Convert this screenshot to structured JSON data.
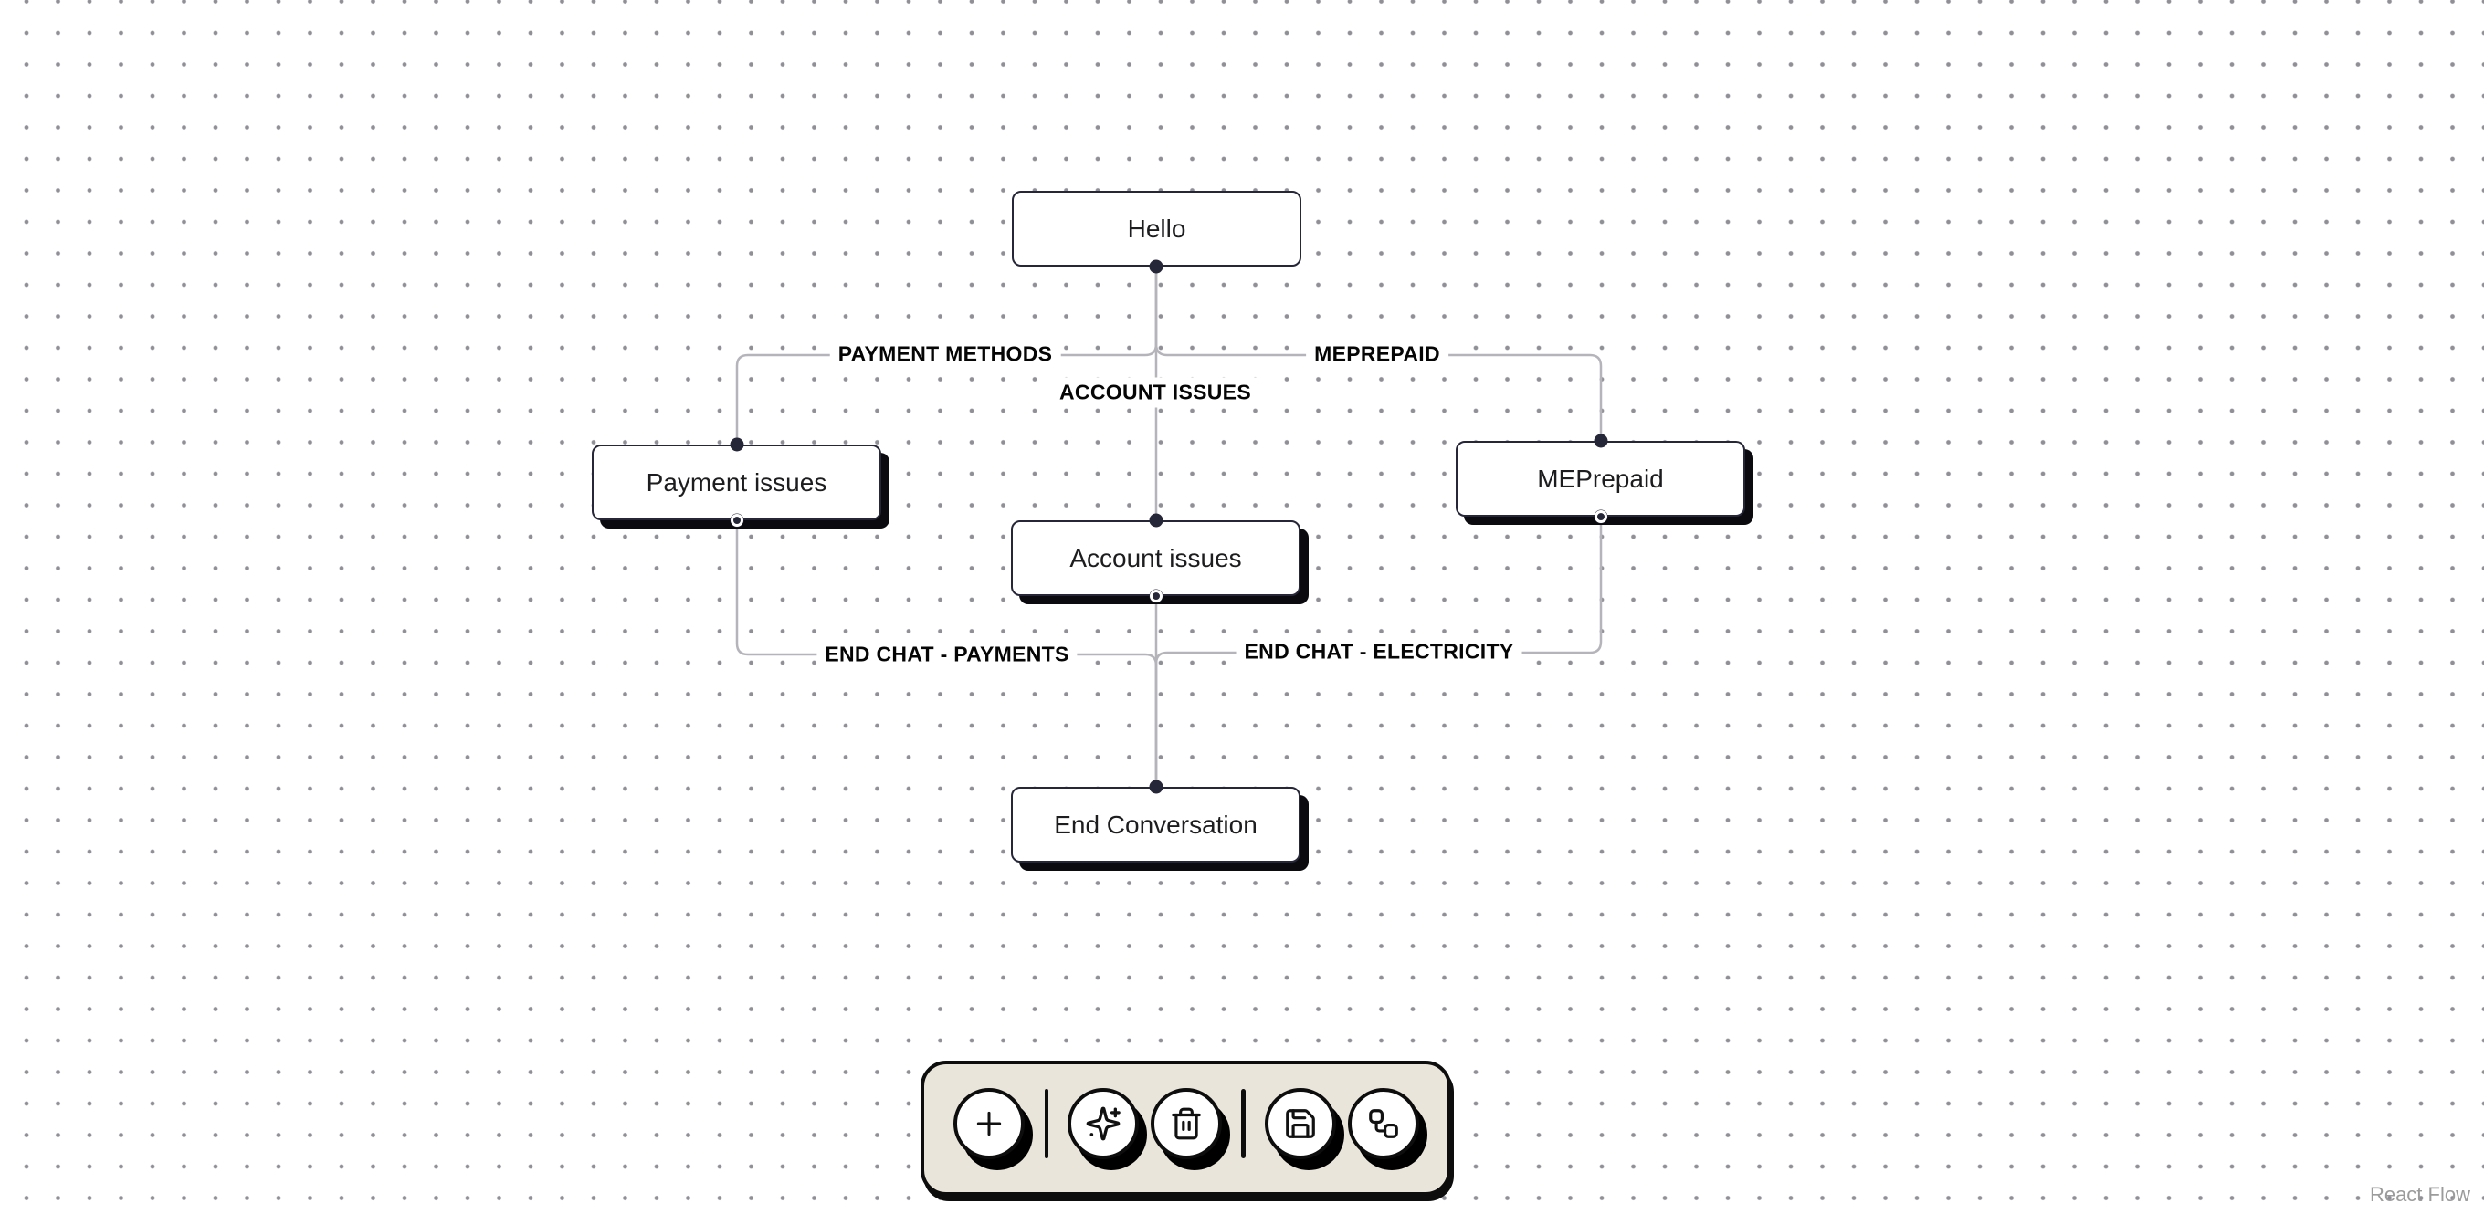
{
  "app": {
    "attribution": "React Flow"
  },
  "canvas": {
    "nodes": [
      {
        "id": "hello",
        "label": "Hello",
        "shadow": false
      },
      {
        "id": "payment-issues",
        "label": "Payment issues",
        "shadow": true
      },
      {
        "id": "meprepaid",
        "label": "MEPrepaid",
        "shadow": true
      },
      {
        "id": "account-issues",
        "label": "Account issues",
        "shadow": true
      },
      {
        "id": "end-conversation",
        "label": "End Conversation",
        "shadow": true
      }
    ],
    "edges": [
      {
        "from": "hello",
        "to": "payment-issues",
        "label": "PAYMENT METHODS"
      },
      {
        "from": "hello",
        "to": "meprepaid",
        "label": "MEPREPAID"
      },
      {
        "from": "hello",
        "to": "account-issues",
        "label": "ACCOUNT ISSUES"
      },
      {
        "from": "payment-issues",
        "to": "end-conversation",
        "label": "END CHAT - PAYMENTS"
      },
      {
        "from": "meprepaid",
        "to": "end-conversation",
        "label": "END CHAT - ELECTRICITY"
      }
    ],
    "colors": {
      "node_border": "#262639",
      "node_shadow": "#0b0b0f",
      "edge_stroke": "#b4b4ba",
      "edge_label_text": "#050505",
      "dot_grid": "#8f8f96",
      "toolbar_background": "#e9e5da",
      "toolbar_border": "#0d0d0d"
    }
  },
  "toolbar": {
    "buttons": [
      {
        "name": "add-node",
        "icon": "plus-icon"
      },
      {
        "name": "ai-generate",
        "icon": "sparkles-icon"
      },
      {
        "name": "delete",
        "icon": "trash-icon"
      },
      {
        "name": "save",
        "icon": "save-icon"
      },
      {
        "name": "auto-layout",
        "icon": "workflow-icon"
      }
    ]
  }
}
